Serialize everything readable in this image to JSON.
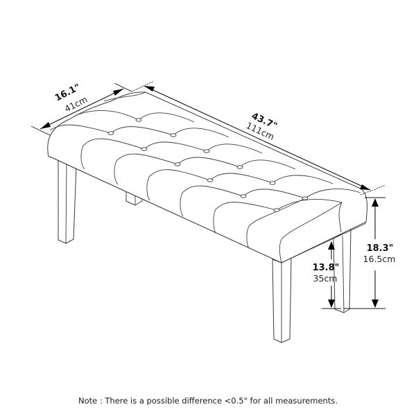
{
  "diagram": {
    "subject": "Tufted upholstered bench dimension drawing",
    "colors": {
      "line": "#3a3a3a",
      "dimension": "#111111",
      "background": "#ffffff"
    },
    "dimensions": {
      "depth": {
        "imperial": "16.1\"",
        "metric": "41cm"
      },
      "length": {
        "imperial": "43.7\"",
        "metric": "111cm"
      },
      "seat_height": {
        "imperial": "18.3\"",
        "metric": "16.5cm"
      },
      "leg_clearance": {
        "imperial": "13.8\"",
        "metric": "35cm"
      }
    },
    "note": "Note : There is a possible difference <0.5\" for all measurements."
  }
}
